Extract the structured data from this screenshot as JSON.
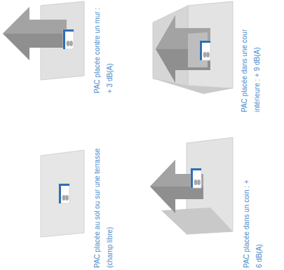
{
  "diagram": {
    "labels": [
      "PAC placée contre un mur : + 3 dB(A)",
      "PAC placée dans une cour intérieure : + 9 dB(A)",
      "PAC placée au sol ou sur une terrasse (champ libre)",
      "PAC placée dans un coin : + 6 dB(A)"
    ]
  }
}
